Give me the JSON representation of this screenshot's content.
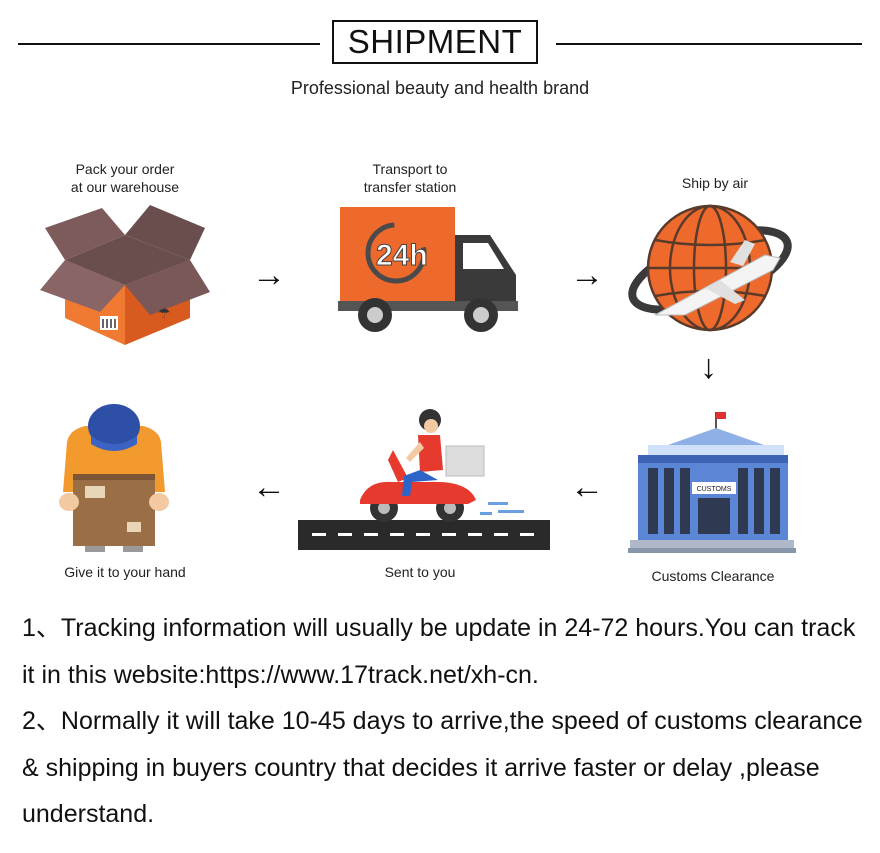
{
  "header": {
    "title": "SHIPMENT",
    "subtitle": "Professional beauty and health brand"
  },
  "steps": [
    {
      "label_line1": "Pack your order",
      "label_line2": "at our warehouse",
      "icon": "package-box-icon"
    },
    {
      "label_line1": "Transport to",
      "label_line2": "transfer station",
      "icon": "delivery-truck-icon",
      "badge": "24h"
    },
    {
      "label": "Ship by air",
      "icon": "globe-airplane-icon"
    },
    {
      "label": "Customs Clearance",
      "icon": "customs-building-icon",
      "sign": "CUSTOMS"
    },
    {
      "label": "Sent to you",
      "icon": "scooter-courier-icon"
    },
    {
      "label": "Give it to your hand",
      "icon": "courier-holding-box-icon"
    }
  ],
  "arrows": {
    "right": "→",
    "down": "↓",
    "left": "←"
  },
  "notes": [
    "1、Tracking information will usually be update in 24-72 hours.You can track it in this website:https://www.17track.net/xh-cn.",
    "2、Normally it will take 10-45 days to arrive,the speed of customs clearance & shipping in buyers country that decides it arrive faster or delay ,please understand."
  ],
  "colors": {
    "accent_orange": "#ee6a2c",
    "dark": "#333333",
    "building_blue": "#4a78d0"
  }
}
